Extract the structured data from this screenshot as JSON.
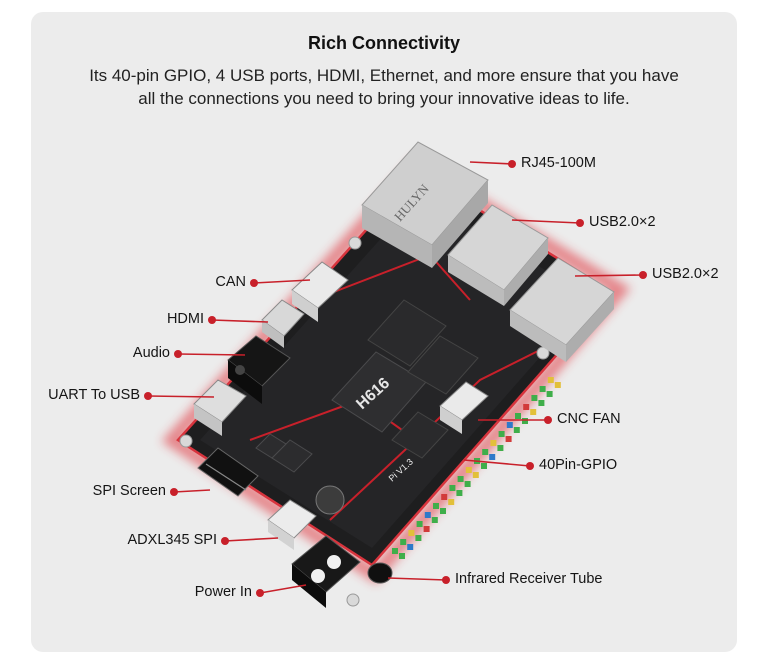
{
  "title": "Rich Connectivity",
  "subtitle_line1": "Its 40-pin GPIO, 4 USB ports, HDMI, Ethernet, and more ensure that you have",
  "subtitle_line2": "all the connections you need to bring your innovative ideas to life.",
  "accent_color": "#c8202a",
  "labels": {
    "rj45": "RJ45-100M",
    "usb1": "USB2.0×2",
    "usb2": "USB2.0×2",
    "can": "CAN",
    "hdmi": "HDMI",
    "audio": "Audio",
    "uart": "UART To USB",
    "cnc_fan": "CNC FAN",
    "gpio": "40Pin-GPIO",
    "spi": "SPI Screen",
    "adxl": "ADXL345 SPI",
    "ir": "Infrared Receiver Tube",
    "power": "Power In"
  },
  "board_text": {
    "soc": "H616",
    "ethernet_jack_brand": "HULYN",
    "model_mark": "Pi V1.3"
  }
}
